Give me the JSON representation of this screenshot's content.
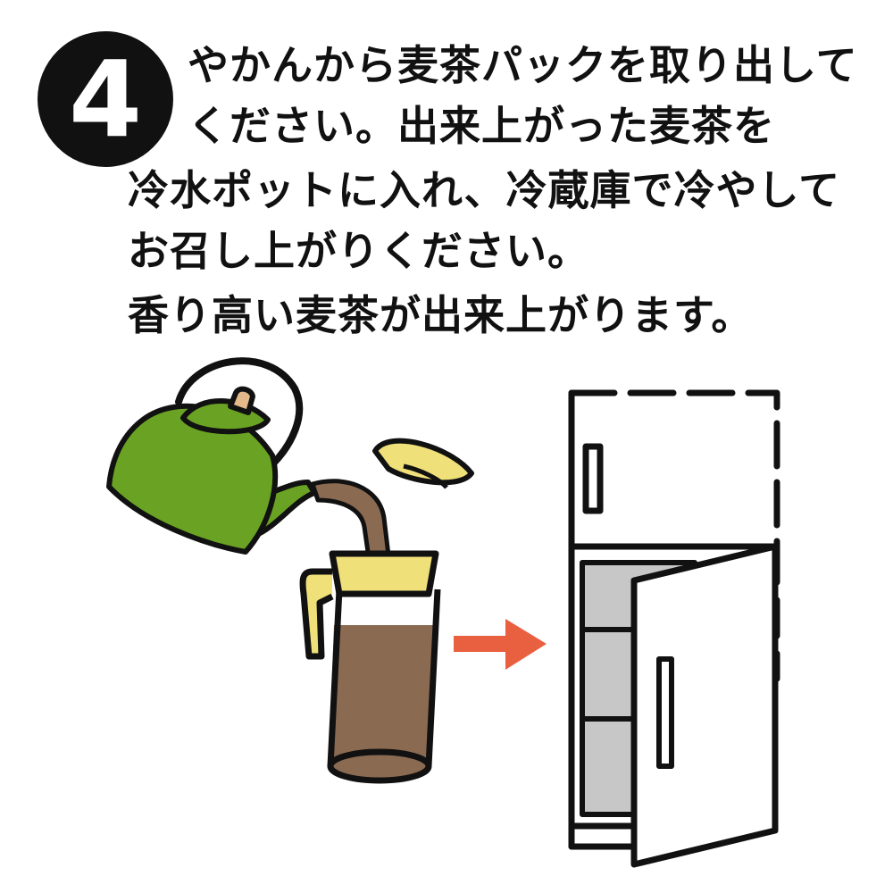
{
  "step": {
    "number": "4"
  },
  "instructions": {
    "line1": "やかんから麦茶パックを取り出して",
    "line2": "ください。出来上がった麦茶を",
    "line3": "冷水ポットに入れ、冷蔵庫で冷やして",
    "line4": "お召し上がりください。",
    "line5": "香り高い麦茶が出来上がります。"
  },
  "colors": {
    "kettle": "#6aa323",
    "tea": "#8b6a52",
    "pitcher_accent": "#f0e07a",
    "arrow": "#e8603f",
    "fridge_inner": "#c7c7c7",
    "outline": "#111111"
  },
  "icons": [
    "kettle-icon",
    "pitcher-icon",
    "pitcher-lid-icon",
    "arrow-right-icon",
    "refrigerator-icon"
  ]
}
